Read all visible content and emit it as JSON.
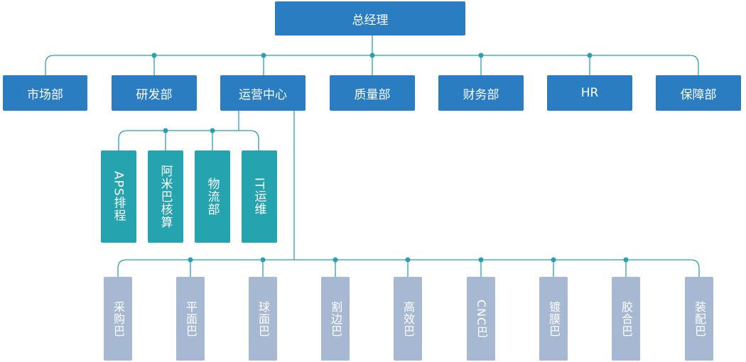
{
  "top": {
    "label": "总经理"
  },
  "departments": [
    "市场部",
    "研发部",
    "运营中心",
    "质量部",
    "财务部",
    "HR",
    "保障部"
  ],
  "operations_units": [
    "APS排程",
    "阿米巴核算",
    "物流部",
    "IT运维"
  ],
  "amoeba_units": [
    "采购巴",
    "平面巴",
    "球面巴",
    "割边巴",
    "高效巴",
    "CNC巴",
    "镀膜巴",
    "胶合巴",
    "装配巴"
  ],
  "colors": {
    "department": "#2a7dc0",
    "operations_unit": "#25a3af",
    "amoeba_unit": "#a7b8d2",
    "connector": "#2a9fb0"
  }
}
